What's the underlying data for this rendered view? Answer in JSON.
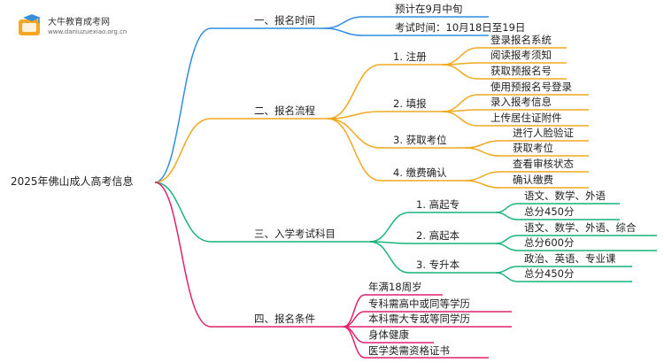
{
  "watermark": {
    "title": "大牛教育成考网",
    "url": "www.daniuzuexiao.org.cn",
    "colors": {
      "orange": "#f5a623",
      "blue": "#3a8fd8"
    }
  },
  "root": {
    "label": "2025年佛山成人高考信息"
  },
  "branches": [
    {
      "label": "一、报名时间",
      "color": "#2f8de4",
      "children": [
        {
          "label": "预计在9月中旬"
        },
        {
          "label": "考试时间：10月18日至19日"
        }
      ]
    },
    {
      "label": "二、报名流程",
      "color": "#f0a81e",
      "children": [
        {
          "label": "1. 注册",
          "children": [
            {
              "label": "登录报名系统"
            },
            {
              "label": "阅读报考须知"
            },
            {
              "label": "获取预报名号"
            }
          ]
        },
        {
          "label": "2. 填报",
          "children": [
            {
              "label": "使用预报名号登录"
            },
            {
              "label": "录入报考信息"
            },
            {
              "label": "上传居住证附件"
            }
          ]
        },
        {
          "label": "3. 获取考位",
          "children": [
            {
              "label": "进行人脸验证"
            },
            {
              "label": "获取考位"
            }
          ]
        },
        {
          "label": "4. 缴费确认",
          "children": [
            {
              "label": "查看审核状态"
            },
            {
              "label": "确认缴费"
            }
          ]
        }
      ]
    },
    {
      "label": "三、入学考试科目",
      "color": "#19b47a",
      "children": [
        {
          "label": "1. 高起专",
          "children": [
            {
              "label": "语文、数学、外语"
            },
            {
              "label": "总分450分"
            }
          ]
        },
        {
          "label": "2. 高起本",
          "children": [
            {
              "label": "语文、数学、外语、综合"
            },
            {
              "label": "总分600分"
            }
          ]
        },
        {
          "label": "3. 专升本",
          "children": [
            {
              "label": "政治、英语、专业课"
            },
            {
              "label": "总分450分"
            }
          ]
        }
      ]
    },
    {
      "label": "四、报名条件",
      "color": "#e0216e",
      "children": [
        {
          "label": "年满18周岁"
        },
        {
          "label": "专科需高中或同等学历"
        },
        {
          "label": "本科需大专或等同学历"
        },
        {
          "label": "身体健康"
        },
        {
          "label": "医学类需资格证书"
        }
      ]
    }
  ]
}
